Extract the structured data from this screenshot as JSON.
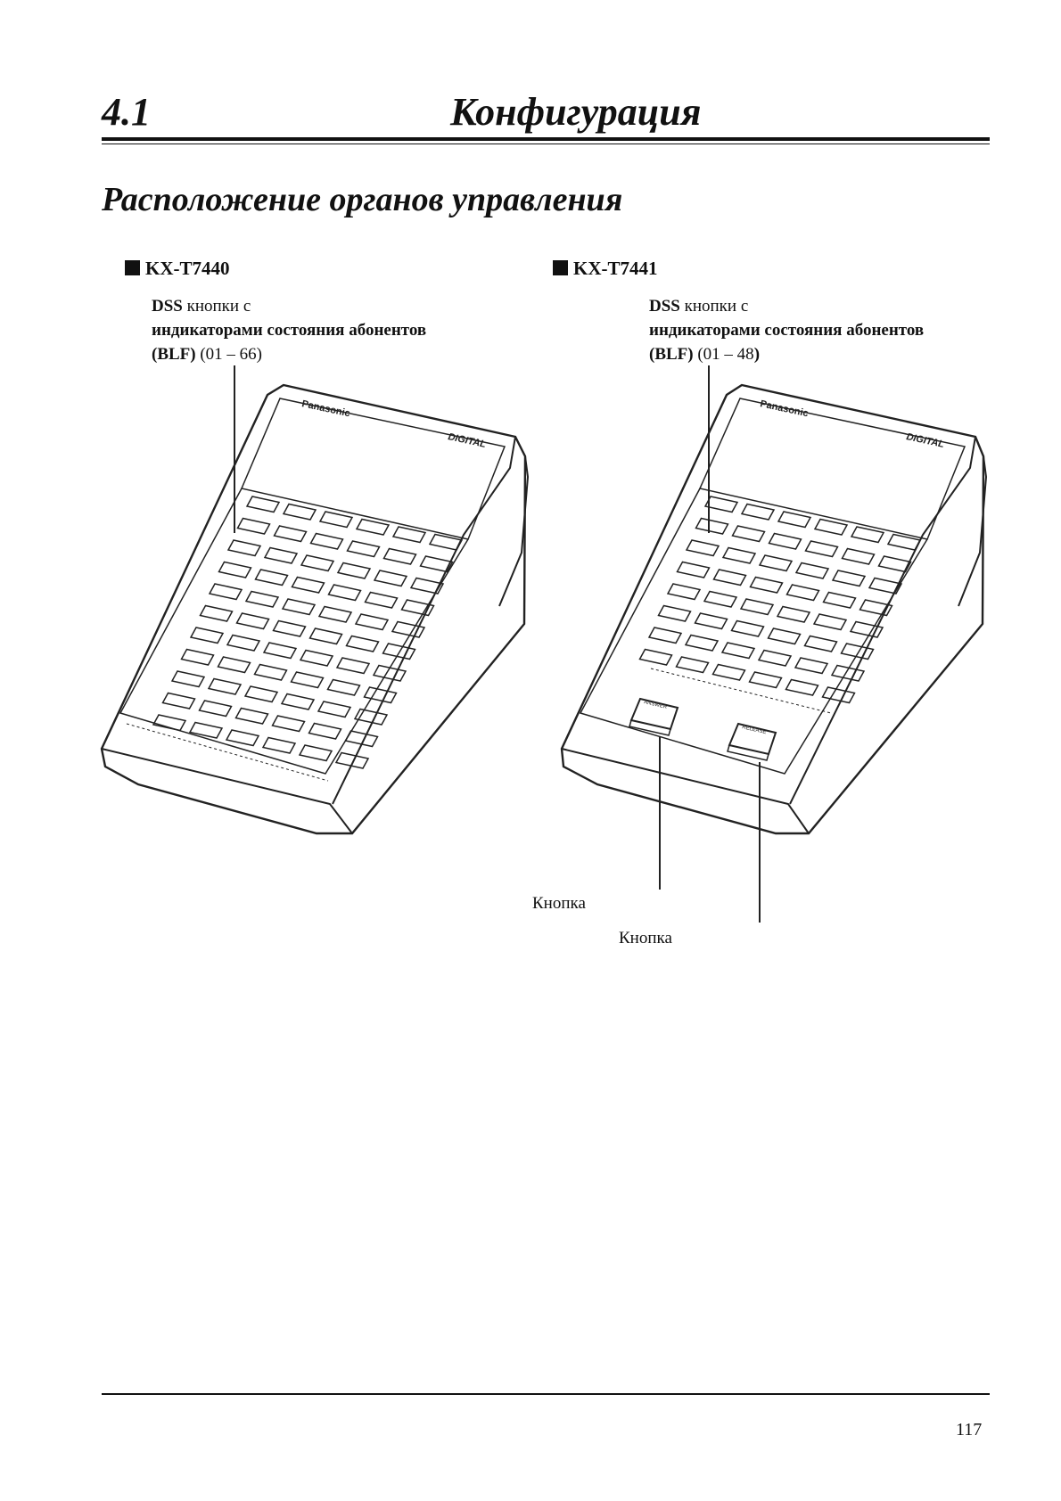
{
  "header": {
    "section_number": "4.1",
    "section_title": "Конфигурация"
  },
  "subtitle": "Расположение органов управления",
  "models": [
    {
      "name": "KX-T7440",
      "desc_line1_bold": "DSS",
      "desc_line1_rest": " кнопки с",
      "desc_line2": "индикаторами состояния абонентов",
      "desc_line3_bold": "(BLF)",
      "desc_line3_rest": " (01 – 66)",
      "brand": "Panasonic",
      "badge": "DIGITAL",
      "button_count": 66
    },
    {
      "name": "KX-T7441",
      "desc_line1_bold": "DSS",
      "desc_line1_rest": " кнопки с",
      "desc_line2": "индикаторами состояния абонентов",
      "desc_line3_bold": "(BLF)",
      "desc_line3_rest": " (01 – 48",
      "desc_line3_close": ")",
      "brand": "Panasonic",
      "badge": "DIGITAL",
      "button_count": 48,
      "answer_label": "ANSWER",
      "release_label": "RELEASE"
    }
  ],
  "callouts": {
    "button1": "Кнопка",
    "button2": "Кнопка"
  },
  "page_number": "117"
}
